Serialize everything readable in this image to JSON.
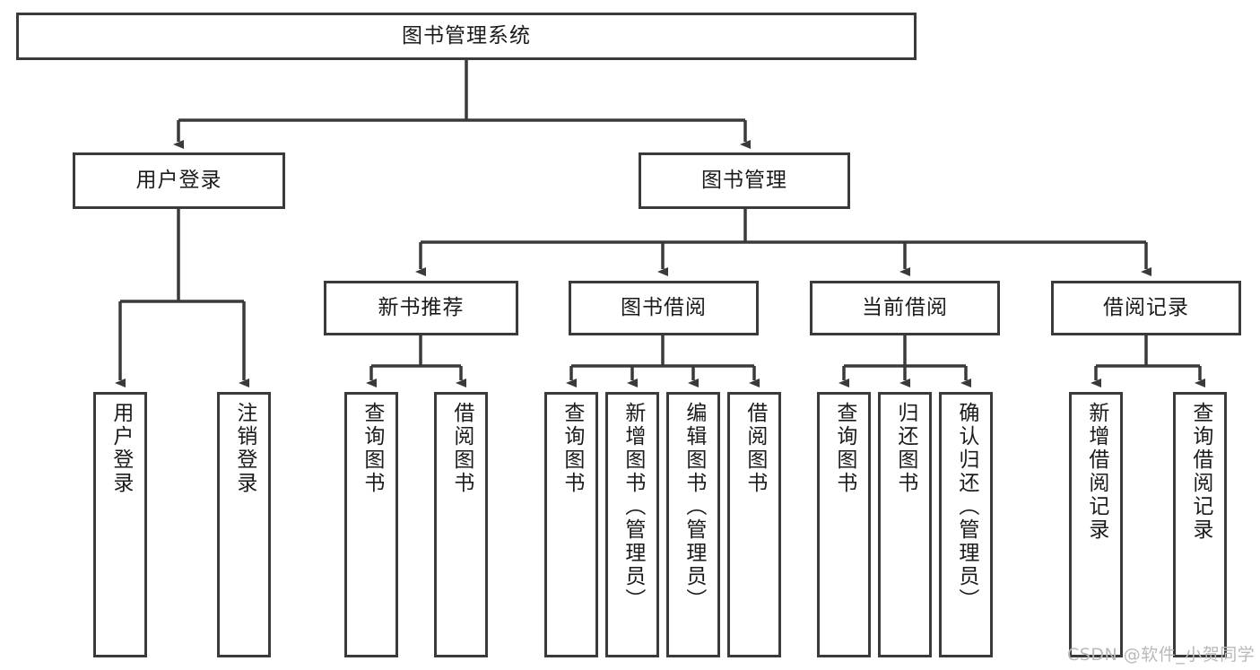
{
  "diagram": {
    "type": "tree-hierarchy",
    "title": "图书管理系统",
    "watermark": "CSDN @软件_小贺同学",
    "colors": {
      "box_border": "#3a3a3a",
      "box_fill": "#ffffff",
      "connector": "#3a3a3a",
      "text": "#1b1b1b",
      "watermark": "#b9b9b9",
      "background": "#ffffff"
    },
    "levels": {
      "root": {
        "label": "图书管理系统"
      },
      "level2": [
        {
          "label": "用户登录"
        },
        {
          "label": "图书管理"
        }
      ],
      "level3": [
        {
          "label": "新书推荐"
        },
        {
          "label": "图书借阅"
        },
        {
          "label": "当前借阅"
        },
        {
          "label": "借阅记录"
        }
      ],
      "leaves": [
        {
          "label": "用户登录",
          "parent": "用户登录"
        },
        {
          "label": "注销登录",
          "parent": "用户登录"
        },
        {
          "label": "查询图书",
          "parent": "新书推荐"
        },
        {
          "label": "借阅图书",
          "parent": "新书推荐"
        },
        {
          "label": "查询图书",
          "parent": "图书借阅"
        },
        {
          "label": "新增图书（管理员）",
          "parent": "图书借阅"
        },
        {
          "label": "编辑图书（管理员）",
          "parent": "图书借阅"
        },
        {
          "label": "借阅图书",
          "parent": "图书借阅"
        },
        {
          "label": "查询图书",
          "parent": "当前借阅"
        },
        {
          "label": "归还图书",
          "parent": "当前借阅"
        },
        {
          "label": "确认归还（管理员）",
          "parent": "当前借阅"
        },
        {
          "label": "新增借阅记录",
          "parent": "借阅记录"
        },
        {
          "label": "查询借阅记录",
          "parent": "借阅记录"
        }
      ]
    }
  }
}
